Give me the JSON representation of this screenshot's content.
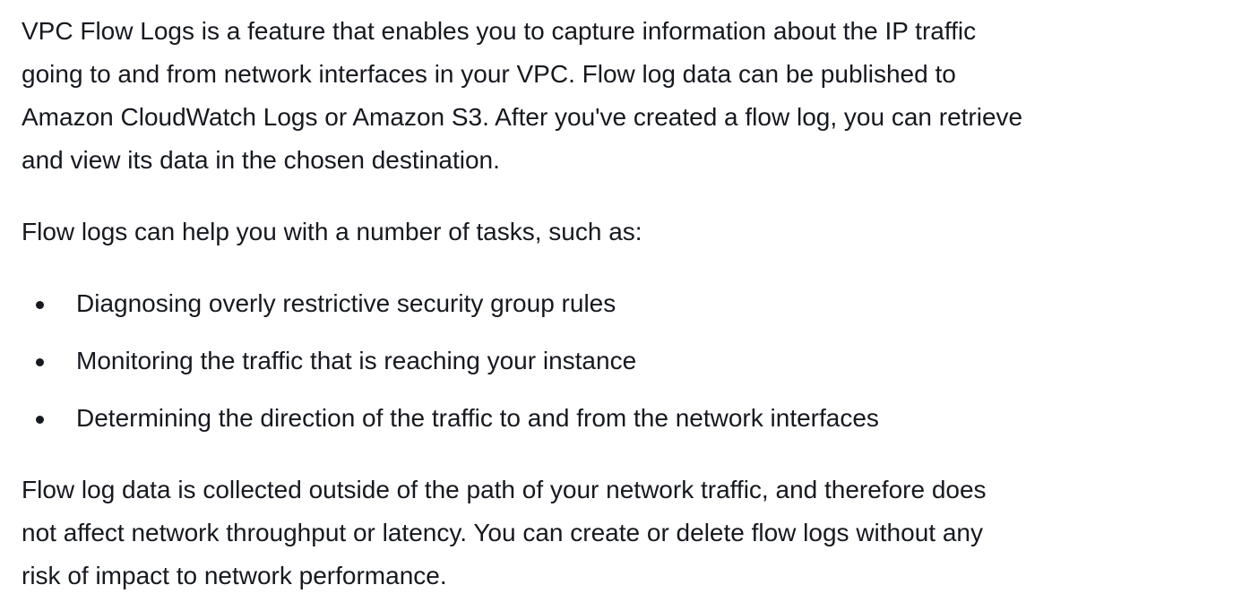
{
  "intro_lines": [
    "VPC Flow Logs is a feature that enables you to capture information about the IP traffic",
    "going to and from network interfaces in your VPC. Flow log data can be published to",
    "Amazon CloudWatch Logs or Amazon S3. After you've created a flow log, you can retrieve",
    "and view its data in the chosen destination."
  ],
  "tasks_intro": "Flow logs can help you with a number of tasks, such as:",
  "tasks": [
    "Diagnosing overly restrictive security group rules",
    "Monitoring the traffic that is reaching your instance",
    "Determining the direction of the traffic to and from the network interfaces"
  ],
  "closing_lines": [
    "Flow log data is collected outside of the path of your network traffic, and therefore does",
    "not affect network throughput or latency. You can create or delete flow logs without any",
    "risk of impact to network performance."
  ]
}
